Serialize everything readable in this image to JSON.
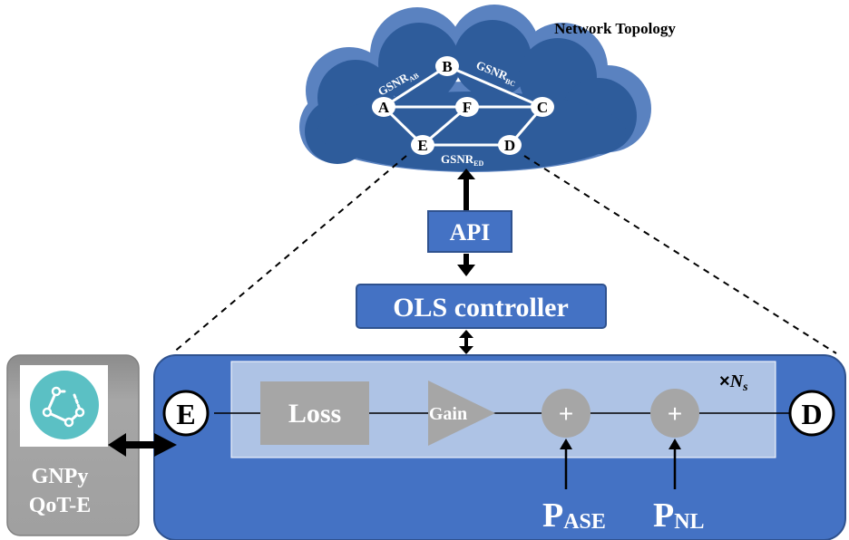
{
  "topology": {
    "title": "Network Topology",
    "nodes": {
      "a": "A",
      "b": "B",
      "c": "C",
      "d": "D",
      "e": "E",
      "f": "F"
    },
    "links": {
      "ab": {
        "base": "GSNR",
        "sub": "AB"
      },
      "bc": {
        "base": "GSNR",
        "sub": "BC"
      },
      "ed": {
        "base": "GSNR",
        "sub": "ED"
      }
    }
  },
  "api": {
    "label": "API"
  },
  "controller": {
    "label": "OLS controller"
  },
  "ols": {
    "start_node": "E",
    "end_node": "D",
    "span_multiplier": {
      "prefix": "×",
      "symbol": "N",
      "sub": "s"
    },
    "loss_label": "Loss",
    "gain_label": "Gain",
    "adder_symbol": "+",
    "p_ase": {
      "base": "P",
      "sub": "ASE"
    },
    "p_nl": {
      "base": "P",
      "sub": "NL"
    }
  },
  "gnpy": {
    "line1": "GNPy",
    "line2": "QoT-E"
  },
  "colors": {
    "cloud": "#2E5C9B",
    "cloud_back": "#5A82C0",
    "panel": "#4472C4",
    "box_fill": "#4472C4",
    "span_box": "#B4C7E7",
    "loss_box": "#A6A6A6",
    "gnpy_box": "#9A9A9A",
    "logo": "#5BC0C4"
  }
}
